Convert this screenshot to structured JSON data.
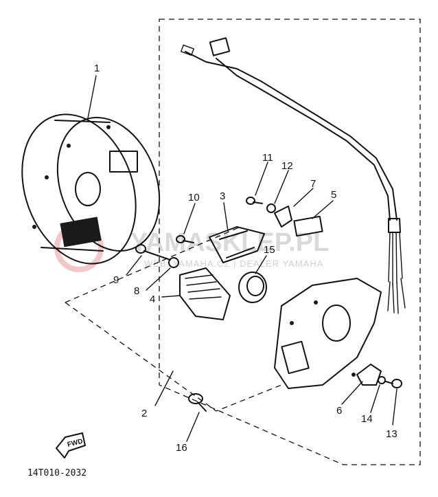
{
  "watermark": {
    "main": "YAMASKLEP.PL",
    "sub": "WEB: YAMAHA.CZ | DEALER YAMAHA"
  },
  "diagram_code": "14T010-2032",
  "fwd_label": "FWD",
  "callouts": [
    {
      "id": "1",
      "part": "flywheel"
    },
    {
      "id": "2",
      "part": "stator-assembly"
    },
    {
      "id": "3",
      "part": "pickup-coil"
    },
    {
      "id": "4",
      "part": "charging-coil"
    },
    {
      "id": "5",
      "part": "connector"
    },
    {
      "id": "6",
      "part": "lead-clamp"
    },
    {
      "id": "7",
      "part": "holder"
    },
    {
      "id": "8",
      "part": "washer"
    },
    {
      "id": "9",
      "part": "bolt"
    },
    {
      "id": "10",
      "part": "screw"
    },
    {
      "id": "11",
      "part": "screw"
    },
    {
      "id": "12",
      "part": "washer"
    },
    {
      "id": "13",
      "part": "screw"
    },
    {
      "id": "14",
      "part": "washer"
    },
    {
      "id": "15",
      "part": "oil-seal"
    },
    {
      "id": "16",
      "part": "screw"
    }
  ]
}
